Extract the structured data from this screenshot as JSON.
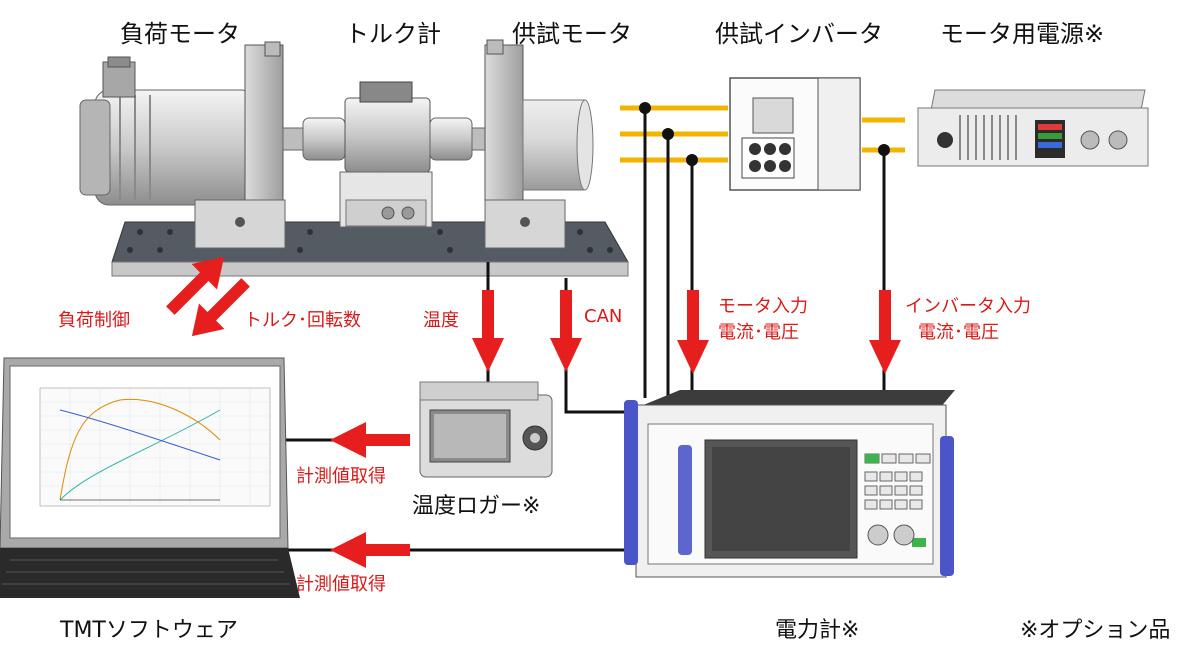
{
  "labels": {
    "load_motor": "負荷モータ",
    "torque_meter": "トルク計",
    "test_motor": "供試モータ",
    "test_inverter": "供試インバータ",
    "motor_power_supply": "モータ用電源※",
    "load_control": "負荷制御",
    "torque_speed": "トルク･回転数",
    "temperature": "温度",
    "can": "CAN",
    "motor_input": "モータ入力",
    "motor_input_sub": "電流･電圧",
    "inverter_input": "インバータ入力",
    "inverter_input_sub": "電流･電圧",
    "temp_logger": "温度ロガー※",
    "measured_values_1": "計測値取得",
    "measured_values_2": "計測値取得",
    "software": "TMTソフトウェア",
    "power_meter": "電力計※",
    "option_note": "※オプション品"
  },
  "colors": {
    "arrow_red": "#e61e1e",
    "label_red": "#d91a1a",
    "phase_line": "#f2b400",
    "wire": "#111111",
    "meter_blue": "#4a55c8"
  }
}
